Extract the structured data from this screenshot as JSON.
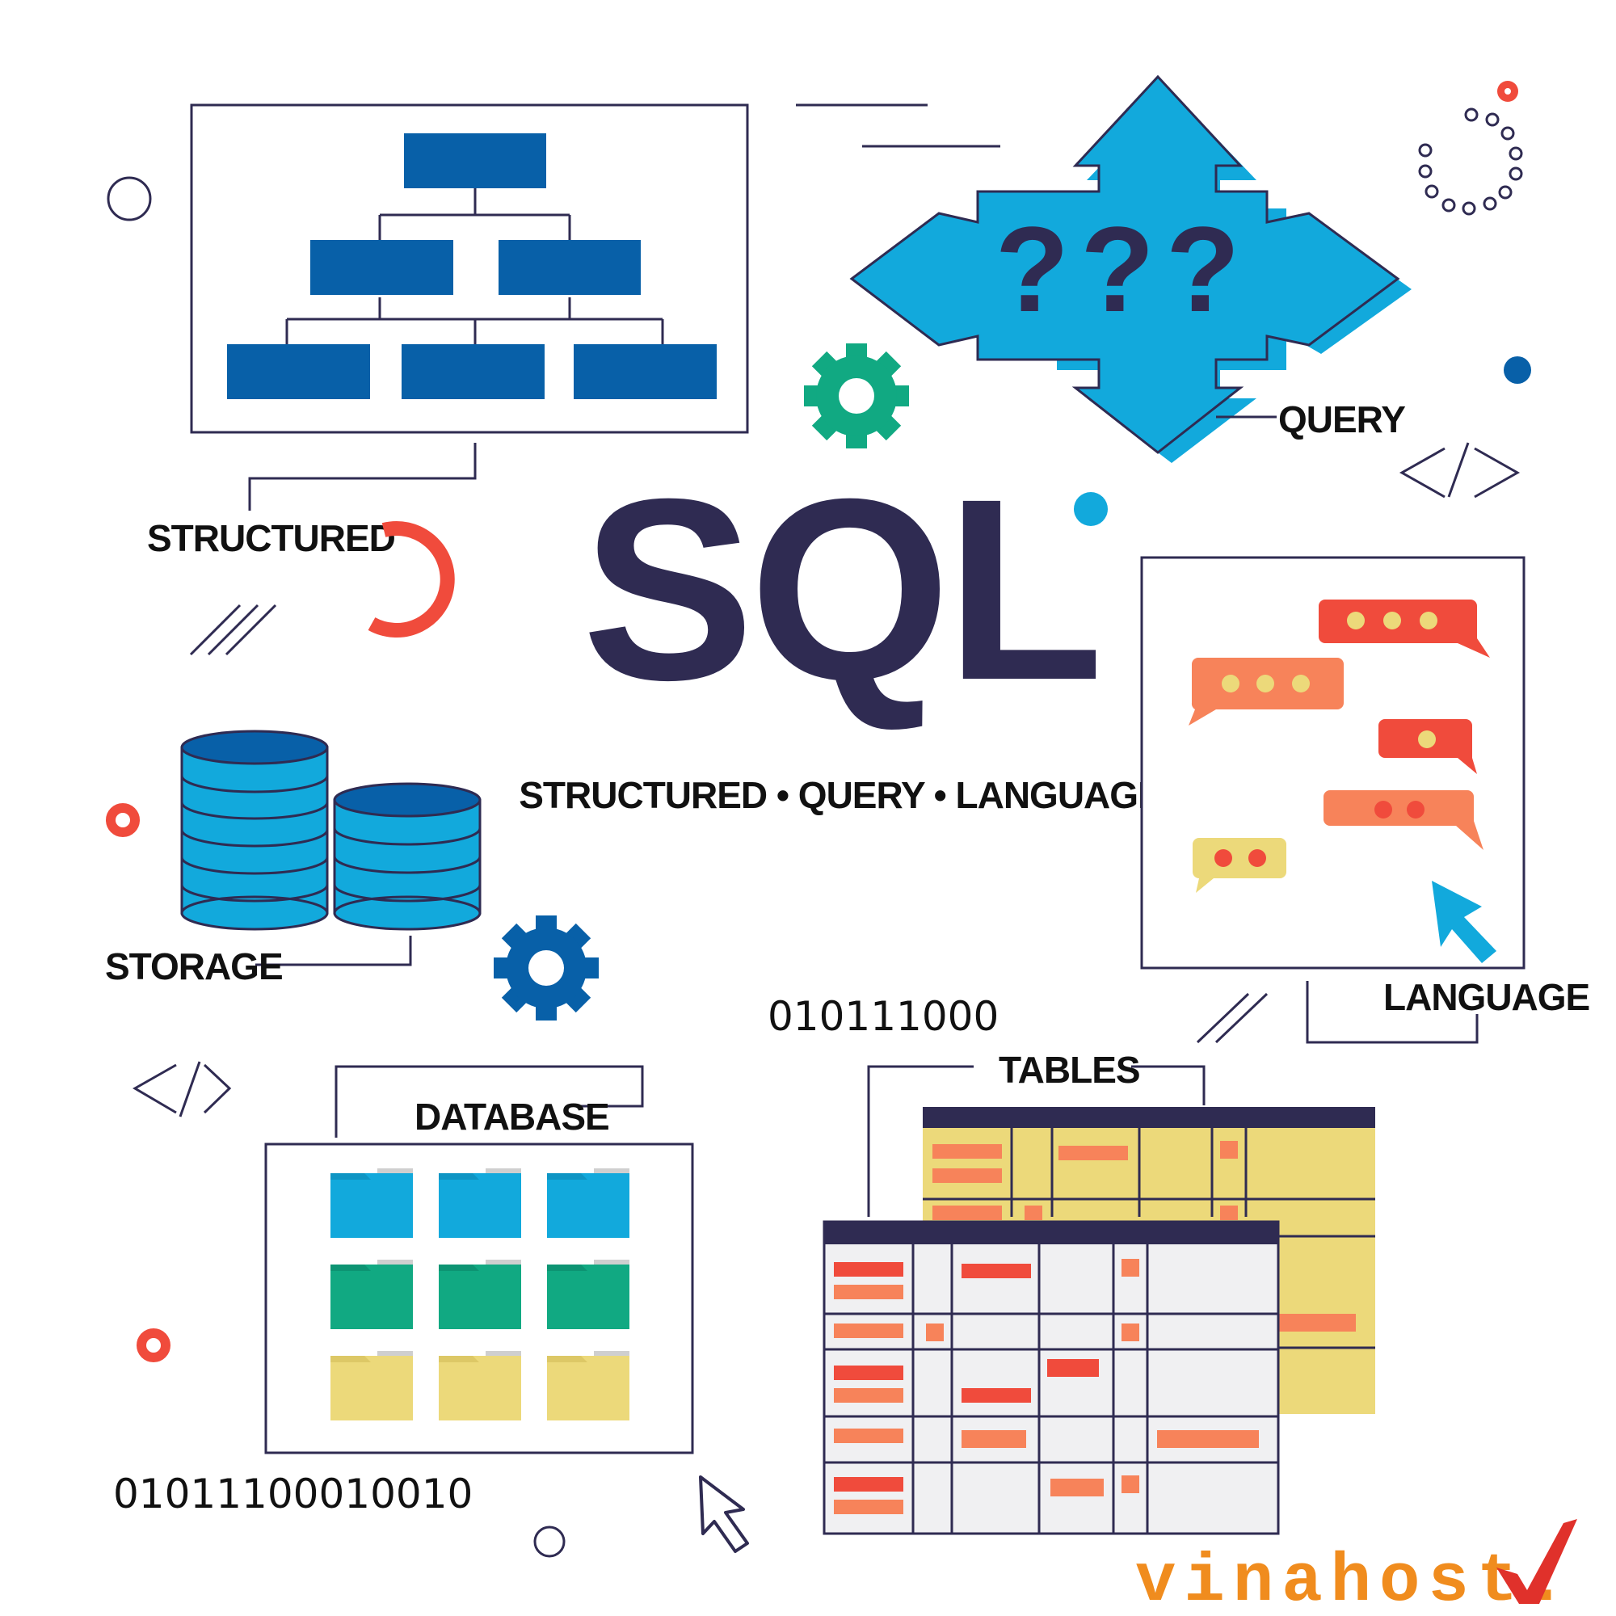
{
  "title": "SQL",
  "subtitle": "STRUCTURED • QUERY • LANGUAGE",
  "labels": {
    "structured": "STRUCTURED",
    "query": "QUERY",
    "storage": "STORAGE",
    "database": "DATABASE",
    "tables": "TABLES",
    "language": "LANGUAGE"
  },
  "binary": {
    "short": "010111000",
    "long": "01011100010010"
  },
  "query_marks": "???",
  "brand": {
    "name": "vinahost.",
    "check_icon": "checkmark-icon"
  },
  "code_tag": "</>",
  "colors": {
    "navy": "#2f2b52",
    "blue": "#0860a8",
    "cyan": "#12a9dc",
    "green": "#11a982",
    "red": "#f04b3c",
    "orange": "#f7835a",
    "yellow": "#ecd97a",
    "brand_orange": "#f08c1e",
    "brand_red": "#e0312b"
  },
  "icons": [
    "org-chart-icon",
    "arrows-icon",
    "gear-icon",
    "database-icon",
    "folder-icon",
    "chat-bubble-icon",
    "cursor-icon",
    "table-icon",
    "code-tag-icon"
  ]
}
